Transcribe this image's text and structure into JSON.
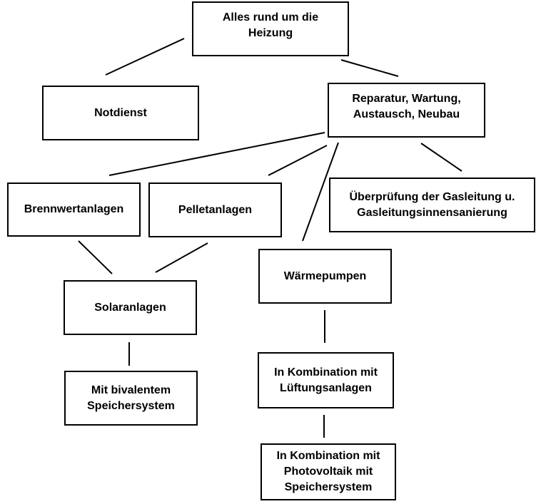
{
  "nodes": {
    "root": "Alles rund um die\nHeizung",
    "notdienst": "Notdienst",
    "reparatur": "Reparatur, Wartung,\nAustausch, Neubau",
    "brennwert": "Brennwertanlagen",
    "pellet": "Pelletanlagen",
    "gasleitung": "Überprüfung der Gasleitung u.\nGasleitungsinnensanierung",
    "waermepumpen": "Wärmepumpen",
    "solar": "Solaranlagen",
    "bivalent": "Mit bivalentem\nSpeichersystem",
    "lueftung": "In Kombination mit\nLüftungsanlagen",
    "photovoltaik": "In Kombination mit\nPhotovoltaik mit\nSpeichersystem"
  }
}
